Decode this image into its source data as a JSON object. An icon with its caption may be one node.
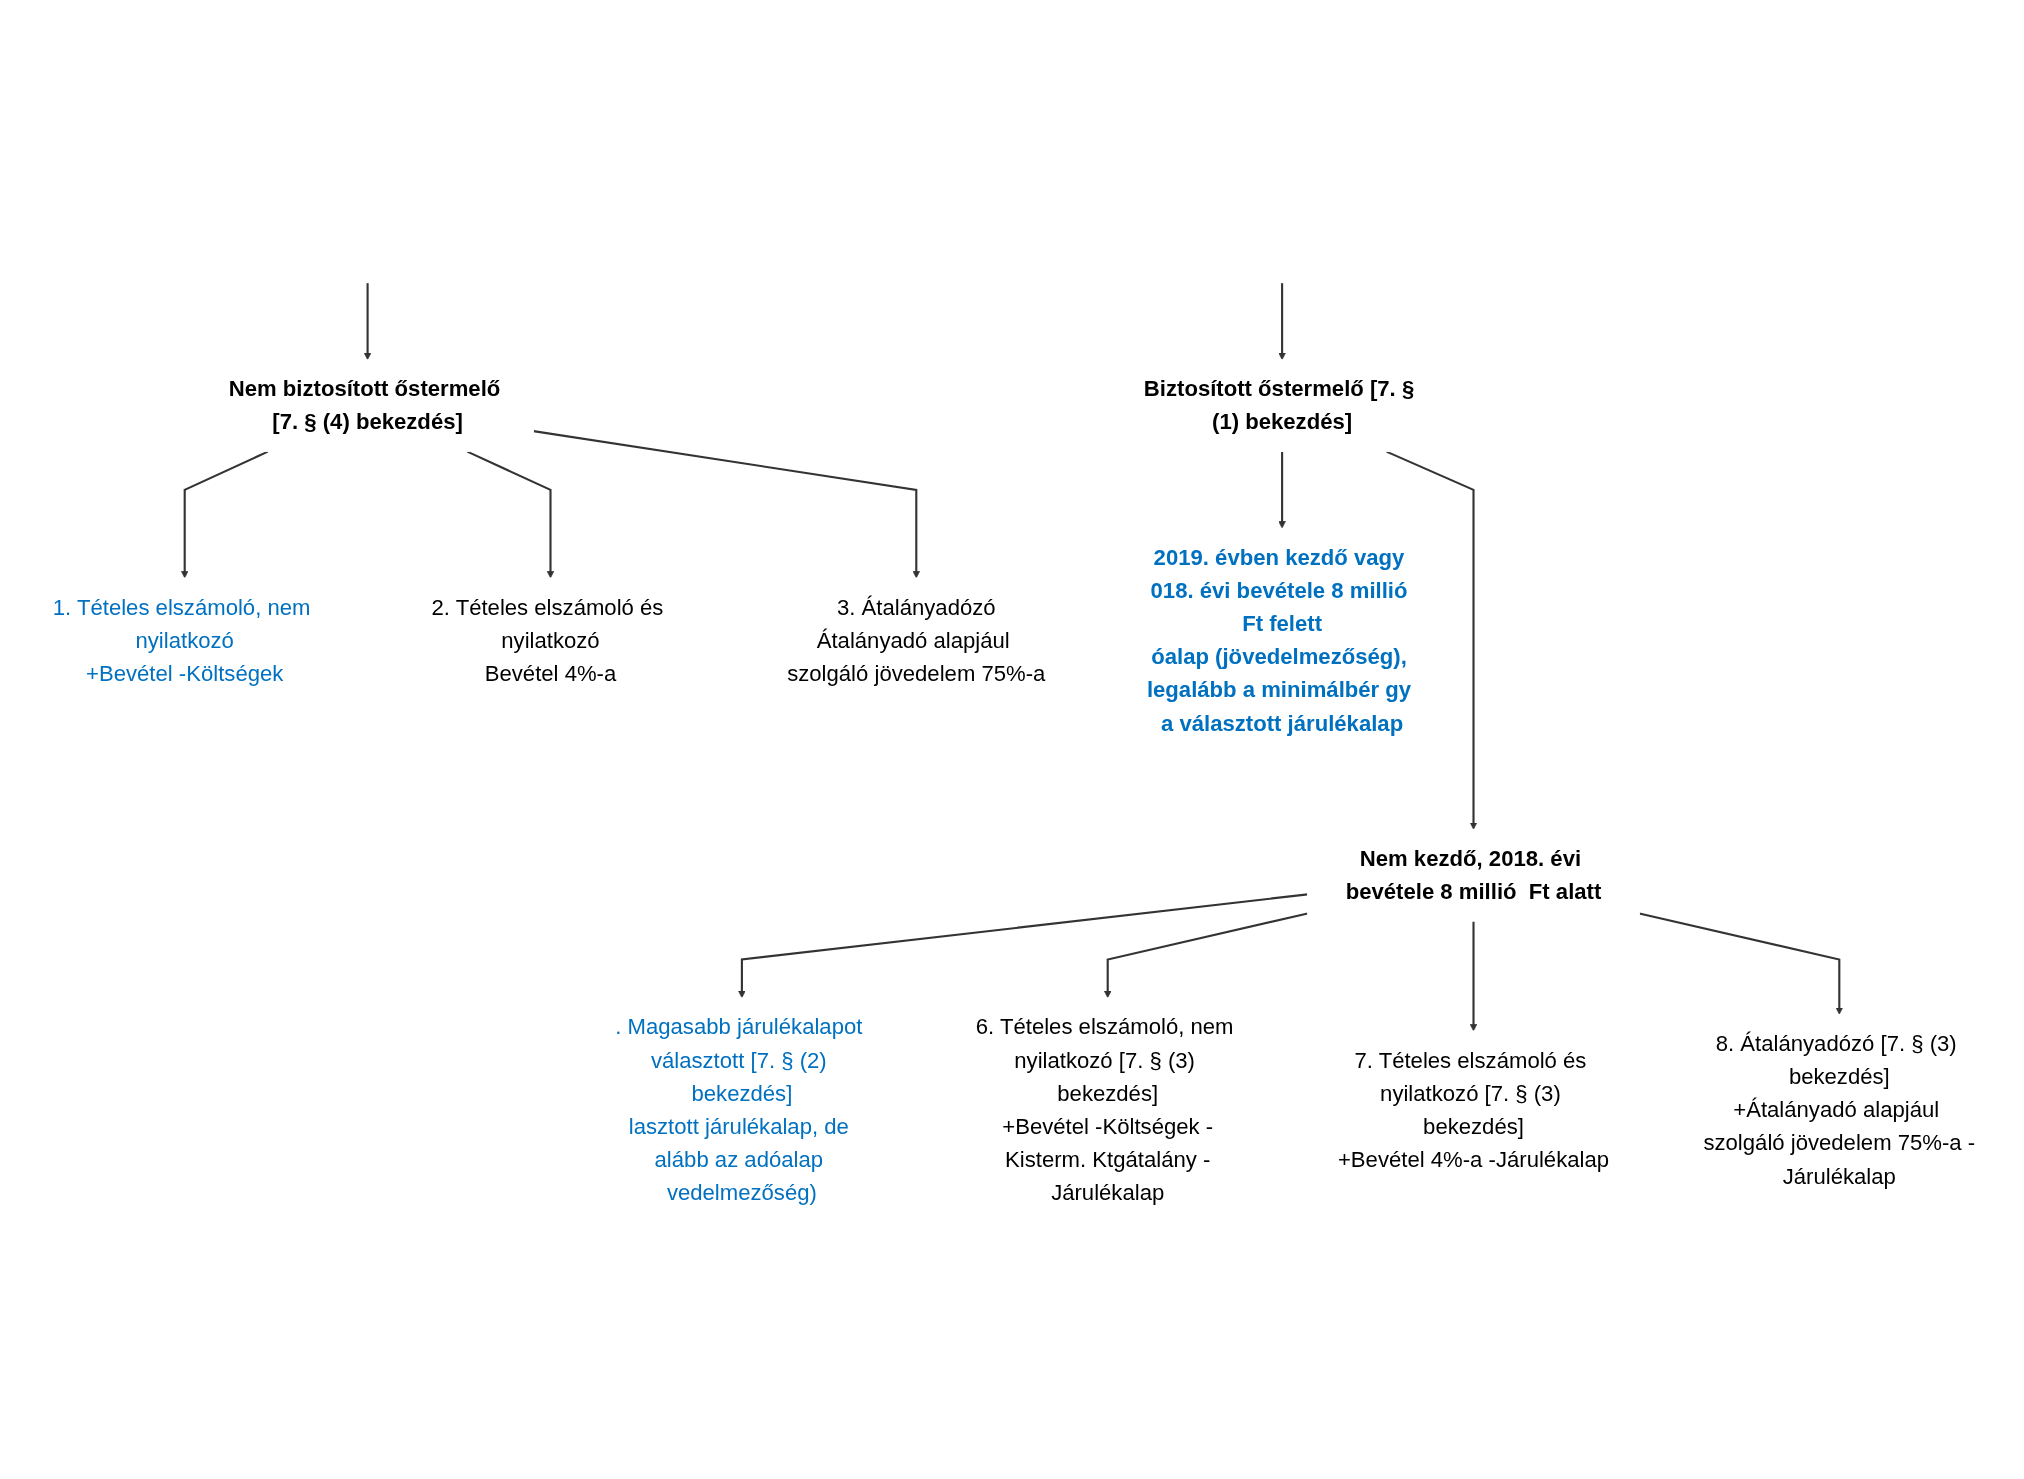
{
  "diagram": {
    "nodes": [
      {
        "text": [
          "Nem biztosított őstermelő [7. § (4) bekezdés]"
        ]
      },
      {
        "text": [
          "Biztosított őstermelő [7. § (1) bekezdés]"
        ]
      },
      {
        "text": [
          "1. Tételes elszámoló, nem nyilatkozó",
          "+Bevétel -Költségek"
        ]
      },
      {
        "text": [
          "2. Tételes elszámoló és nyilatkozó",
          "Bevétel 4%-a"
        ]
      },
      {
        "text": [
          "3. Átalányadózó",
          "Átalányadó alapjául szolgáló jövedelem 75%-a"
        ]
      },
      {
        "text": [
          "2019. évben kezdő vagy 018. évi bevétele 8 millió Ft felett",
          "óalap (jövedelmezőség), legalább a minimálbér gy a választott járulékalap"
        ]
      },
      {
        "text": [
          "Nem kezdő, 2018. évi bevétele 8 millió  Ft alatt"
        ]
      },
      {
        "text": [
          ". Magasabb járulékalapot választott [7. § (2) bekezdés]",
          "lasztott járulékalap, de alább az adóalap vedelmezőség)"
        ]
      },
      {
        "text": [
          "6. Tételes elszámoló, nem nyilatkozó [7. § (3) bekezdés]",
          "+Bevétel -Költségek -Kisterm. Ktgátalány -Járulékalap"
        ]
      },
      {
        "text": [
          "7. Tételes elszámoló és nyilatkozó [7. § (3) bekezdés]",
          "+Bevétel 4%-a -Járulékalap"
        ]
      },
      {
        "text": [
          "8. Átalányadózó [7. § (3) bekezdés]",
          "+Átalányadó alapjául szolgáló jövedelem 75%-a -Járulékalap"
        ]
      }
    ],
    "edges": [
      {
        "from": null,
        "to": 1,
        "arrow": "to"
      },
      {
        "from": null,
        "to": 0,
        "arrow": "to"
      },
      {
        "from": 0,
        "to": 2,
        "arrow": "to"
      },
      {
        "from": 0,
        "to": 3,
        "arrow": "to"
      },
      {
        "from": 0,
        "to": 4,
        "arrow": "to"
      },
      {
        "from": 1,
        "to": 5,
        "arrow": "to"
      },
      {
        "from": 1,
        "to": 6,
        "arrow": "to"
      },
      {
        "from": 6,
        "to": 7,
        "arrow": "to"
      },
      {
        "from": 6,
        "to": 8,
        "arrow": "to"
      },
      {
        "from": 6,
        "to": 9,
        "arrow": "to"
      },
      {
        "from": 6,
        "to": 10,
        "arrow": "to"
      }
    ]
  }
}
